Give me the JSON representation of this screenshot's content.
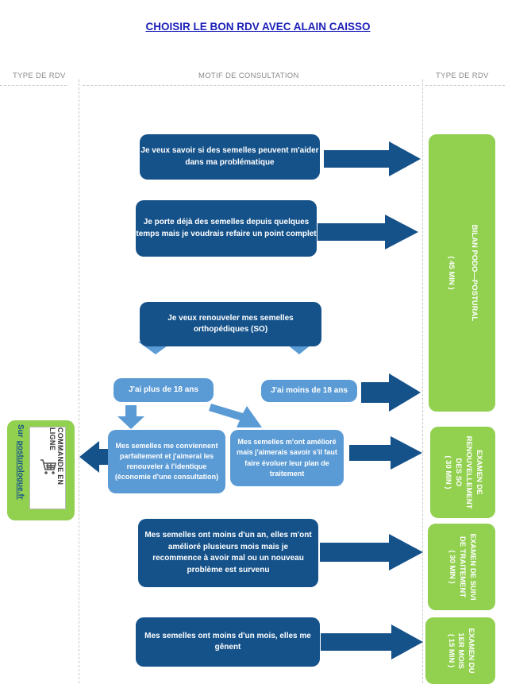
{
  "title": "CHOISIR LE BON RDV AVEC ALAIN CAISSO",
  "headers": {
    "left": "TYPE DE RDV",
    "middle": "MOTIF DE CONSULTATION",
    "right": "TYPE DE RDV"
  },
  "motifs": {
    "m1": "Je veux  savoir si des semelles peuvent m'aider dans ma problématique",
    "m2": "Je porte déjà des semelles depuis quelques temps mais je voudrais refaire un point complet",
    "m3": "Je veux  renouveler mes semelles orthopédiques (SO)",
    "plus18": "J'ai plus de 18 ans",
    "moins18": "J'ai moins de 18 ans",
    "conviennent": "Mes semelles me conviennent parfaitement et j'aimerai les renouveler à l'identique (économie d'une consultation)",
    "ameliore": "Mes semelles m'ont amélioré mais j'aimerais savoir s'il faut faire évoluer leur plan de traitement",
    "moins_an": "Mes semelles ont moins d'un an, elles m'ont amélioré plusieurs mois mais je recommence à avoir mal ou  un nouveau problème est survenu",
    "moins_mois": "Mes semelles ont moins d'un mois, elles me gênent"
  },
  "rdv": {
    "bilan": {
      "line1": "BILAN PODO—POSTURAL",
      "line2": "( 45 MIN )"
    },
    "renouvellement": {
      "line1": "EXAMEN DE RENOUVELLEMENT DES SO",
      "line2": "( 30 MIN )"
    },
    "suivi": {
      "line1": "EXAMEN DE SUIVI DE TRAITEMENT",
      "line2": "( 30 MIN )"
    },
    "premier_mois": {
      "line1": "EXAMEN DU 1ER MOIS",
      "line2": "( 15 MIN )"
    }
  },
  "online": {
    "prefix": "Sur",
    "site": "posturologue.fr",
    "cart_label": "COMMANDE EN LIGNE",
    "cart_icon": "shopping-cart-icon"
  },
  "colors": {
    "dark_blue": "#15528a",
    "light_blue": "#5b9bd5",
    "green": "#92d050",
    "title": "#1b1fb8"
  }
}
